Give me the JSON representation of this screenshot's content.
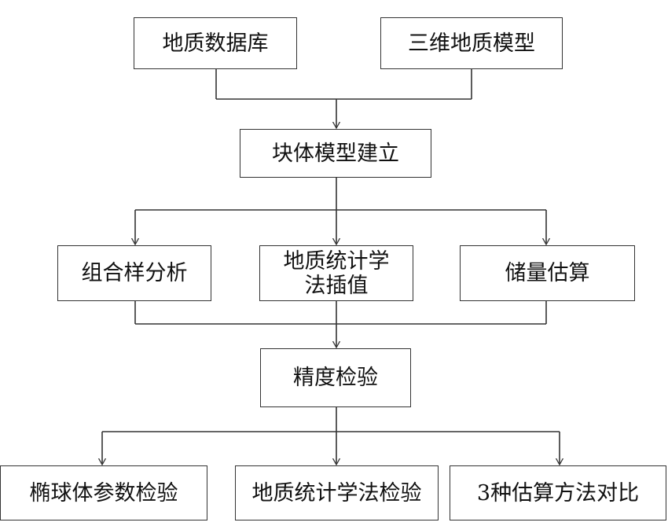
{
  "nodes": {
    "geo_database": "地质数据库",
    "geo_3d_model": "三维地质模型",
    "block_model": "块体模型建立",
    "composite_analysis": "组合样分析",
    "geostat_interp_line1": "地质统计学",
    "geostat_interp_line2": "法插值",
    "reserve_estimation": "储量估算",
    "accuracy_check": "精度检验",
    "ellipsoid_param_check": "椭球体参数检验",
    "geostat_method_check": "地质统计学法检验",
    "three_methods_compare": "3种估算方法对比"
  }
}
